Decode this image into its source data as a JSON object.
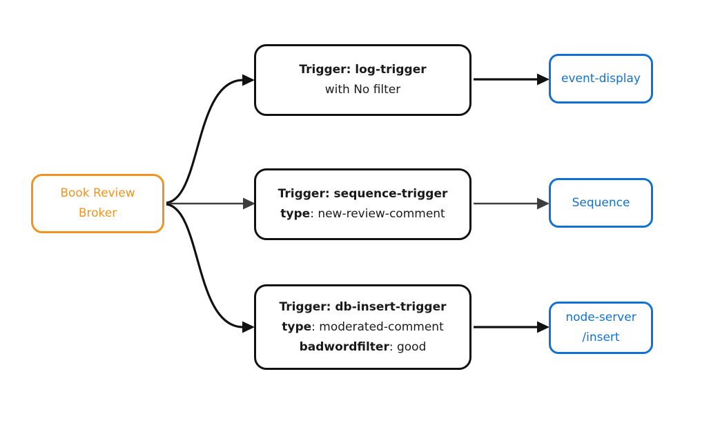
{
  "colors": {
    "background": "#ffffff",
    "broker": "#f0941f",
    "trigger-border": "#111111",
    "trigger-text": "#1a1a1a",
    "sink": "#1270d2",
    "arrow-black": "#111111",
    "arrow-gray": "#3d3d3d"
  },
  "broker": {
    "label": "Book Review Broker"
  },
  "triggers": [
    {
      "title": "Trigger: log-trigger",
      "lines": [
        {
          "bold": "",
          "rest": "with No filter"
        }
      ]
    },
    {
      "title": "Trigger: sequence-trigger",
      "lines": [
        {
          "bold": "type",
          "rest": ": new-review-comment"
        }
      ]
    },
    {
      "title": "Trigger: db-insert-trigger",
      "lines": [
        {
          "bold": "type",
          "rest": ": moderated-comment"
        },
        {
          "bold": "badwordfilter",
          "rest": ": good"
        }
      ]
    }
  ],
  "sinks": [
    {
      "lines": [
        "event-display"
      ]
    },
    {
      "lines": [
        "Sequence"
      ]
    },
    {
      "lines": [
        "node-server",
        "/insert"
      ]
    }
  ],
  "edges": [
    {
      "from": "Book Review Broker",
      "to": "Trigger: log-trigger",
      "color": "black"
    },
    {
      "from": "Book Review Broker",
      "to": "Trigger: sequence-trigger",
      "color": "gray"
    },
    {
      "from": "Book Review Broker",
      "to": "Trigger: db-insert-trigger",
      "color": "black"
    },
    {
      "from": "Trigger: log-trigger",
      "to": "event-display",
      "color": "black"
    },
    {
      "from": "Trigger: sequence-trigger",
      "to": "Sequence",
      "color": "gray"
    },
    {
      "from": "Trigger: db-insert-trigger",
      "to": "node-server /insert",
      "color": "black"
    }
  ]
}
